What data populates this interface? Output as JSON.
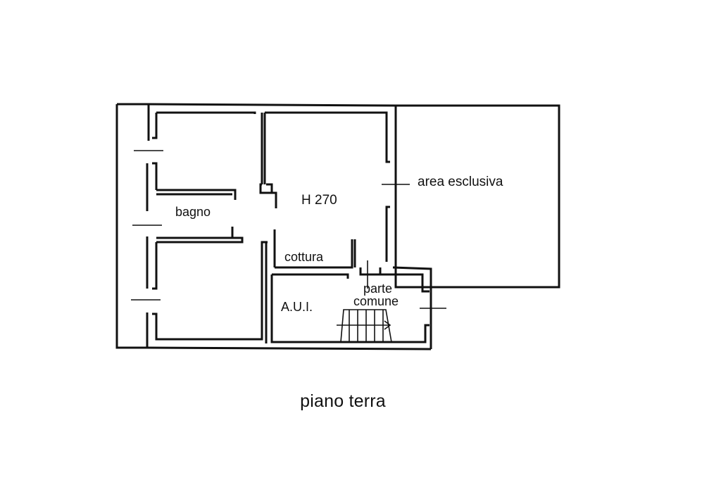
{
  "plan": {
    "rooms": {
      "bagno": "bagno",
      "height": "H 270",
      "area_esclusiva": "area esclusiva",
      "cottura": "cottura",
      "parte": "parte",
      "comune": "comune",
      "aui": "A.U.I."
    },
    "caption": "piano terra"
  },
  "colors": {
    "ink": "#111111",
    "paper": "#ffffff"
  }
}
